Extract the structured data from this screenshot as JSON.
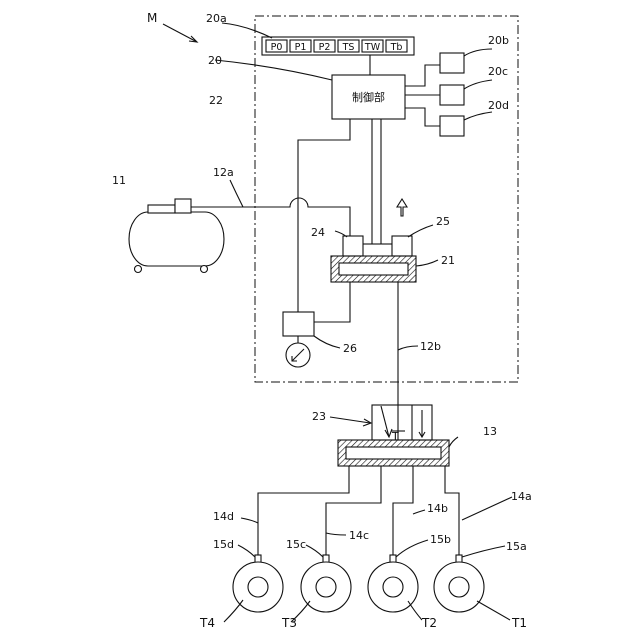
{
  "labels": {
    "M": "M",
    "l20a": "20a",
    "l20": "20",
    "l22": "22",
    "l20b": "20b",
    "l20c": "20c",
    "l20d": "20d",
    "l11": "11",
    "l12a": "12a",
    "l24": "24",
    "l25": "25",
    "l21": "21",
    "l26": "26",
    "l12b": "12b",
    "l23": "23",
    "l13": "13",
    "l14a": "14a",
    "l14b": "14b",
    "l14c": "14c",
    "l14d": "14d",
    "l15a": "15a",
    "l15b": "15b",
    "l15c": "15c",
    "l15d": "15d",
    "T1": "T1",
    "T2": "T2",
    "T3": "T3",
    "T4": "T4",
    "valve_letter": "T"
  },
  "controller": {
    "label": "制御部"
  },
  "display_cells": [
    "P0",
    "P1",
    "P2",
    "TS",
    "TW",
    "Tb"
  ]
}
